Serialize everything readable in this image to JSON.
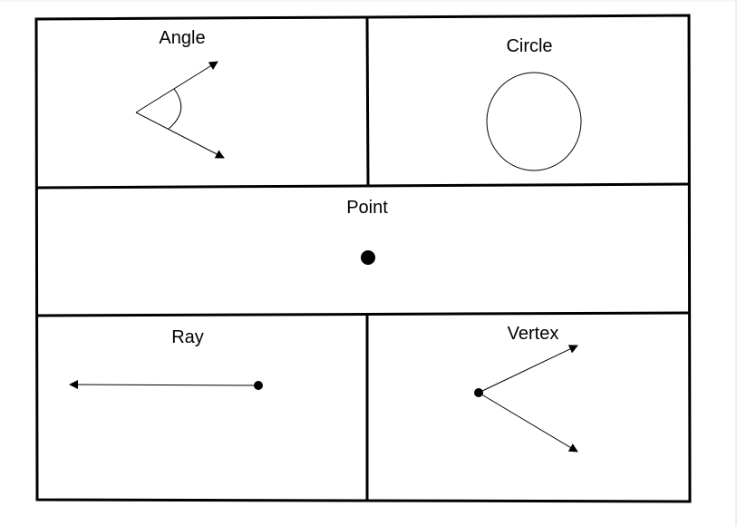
{
  "labels": {
    "angle": "Angle",
    "circle": "Circle",
    "point": "Point",
    "ray": "Ray",
    "vertex": "Vertex"
  }
}
